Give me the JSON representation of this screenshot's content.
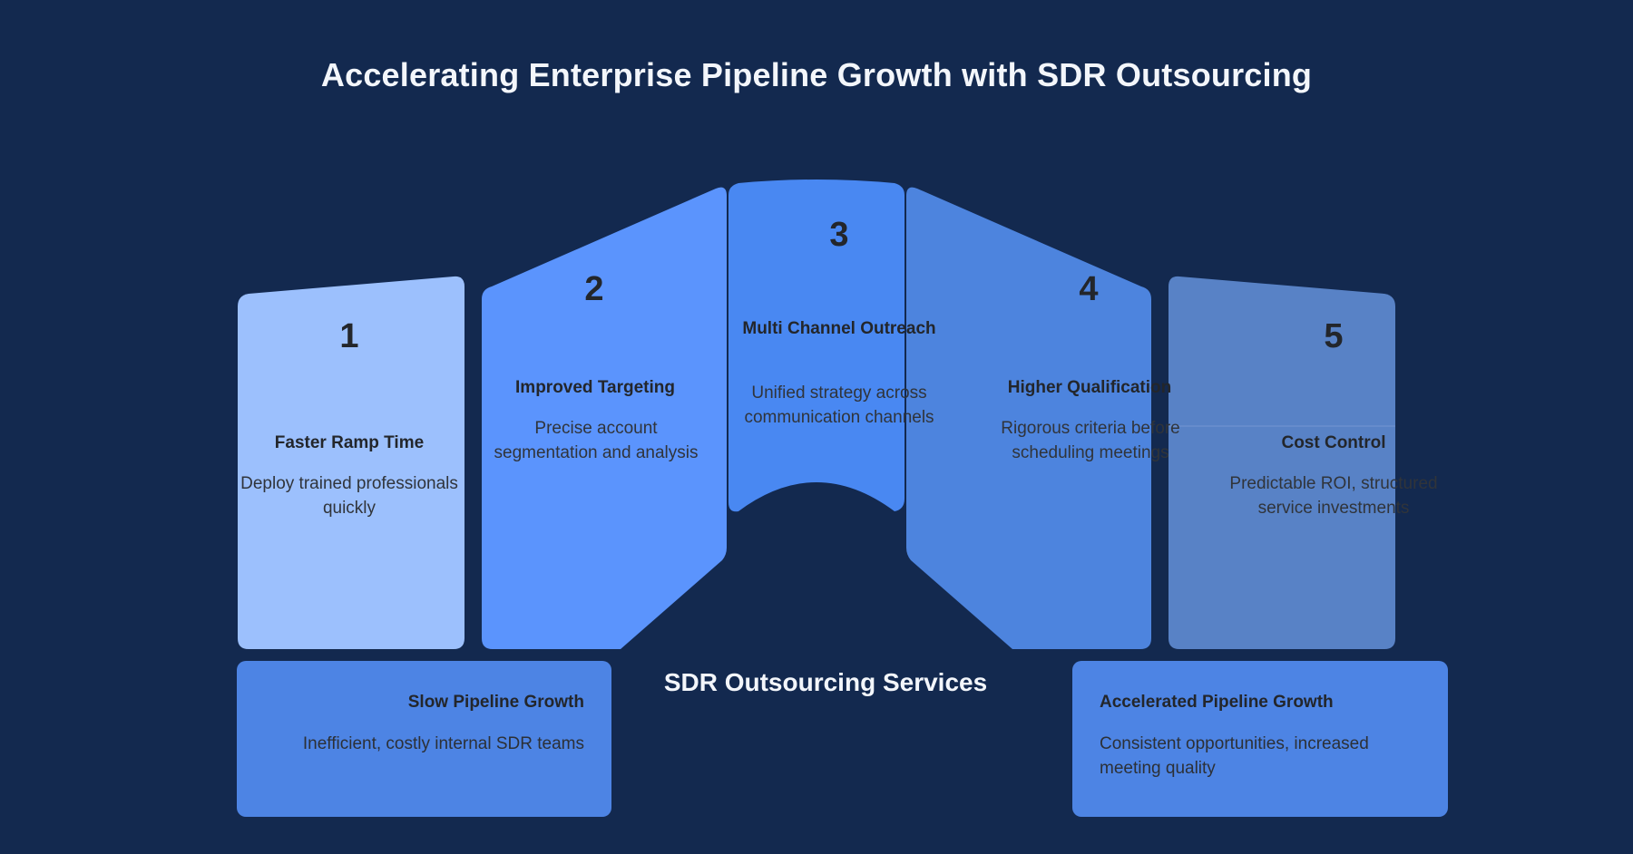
{
  "page": {
    "title": "Accelerating Enterprise Pipeline Growth with SDR Outsourcing",
    "center_caption": "SDR Outsourcing Services",
    "background_color": "#13294f",
    "title_color": "#f3f6fb"
  },
  "arch": {
    "cards": [
      {
        "number": "1",
        "title": "Faster Ramp Time",
        "description": "Deploy trained professionals quickly",
        "color": "#9cc0fd"
      },
      {
        "number": "2",
        "title": "Improved Targeting",
        "description": "Precise account segmentation and analysis",
        "color": "#5b94fd"
      },
      {
        "number": "3",
        "title": "Multi Channel Outreach",
        "description": "Unified strategy across communication channels",
        "color": "#4988f2"
      },
      {
        "number": "4",
        "title": "Higher Qualification",
        "description": "Rigorous criteria before scheduling meetings",
        "color": "#4d84de"
      },
      {
        "number": "5",
        "title": "Cost Control",
        "description": "Predictable ROI, structured service investments",
        "color": "#5882c6"
      }
    ]
  },
  "callouts": {
    "left": {
      "title": "Slow Pipeline Growth",
      "description": "Inefficient, costly internal SDR teams",
      "color": "#4d84e4"
    },
    "right": {
      "title": "Accelerated Pipeline Growth",
      "description": "Consistent opportunities, increased meeting quality",
      "color": "#4d84e4"
    }
  }
}
